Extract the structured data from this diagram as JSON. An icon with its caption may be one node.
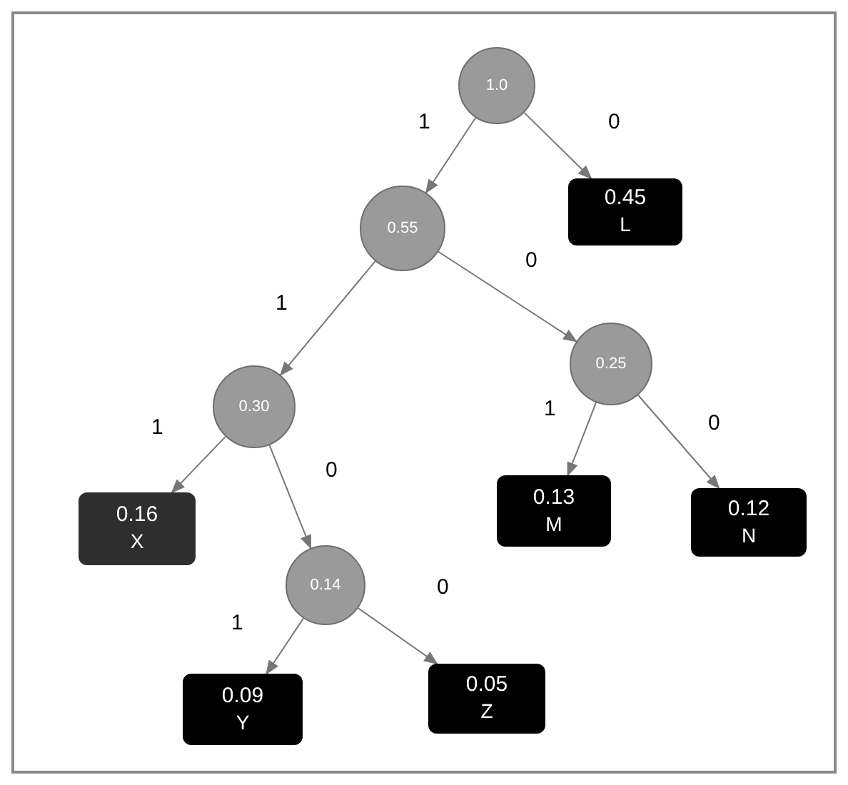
{
  "diagram": {
    "nodes": [
      {
        "text": [
          "1.0"
        ]
      },
      {
        "text": [
          "0.45",
          "L"
        ]
      },
      {
        "text": [
          "0.55"
        ]
      },
      {
        "text": [
          "0.25"
        ]
      },
      {
        "text": [
          "0.30"
        ]
      },
      {
        "text": [
          "0.16",
          "X"
        ]
      },
      {
        "text": [
          "0.13",
          "M"
        ]
      },
      {
        "text": [
          "0.12",
          "N"
        ]
      },
      {
        "text": [
          "0.14"
        ]
      },
      {
        "text": [
          "0.09",
          "Y"
        ]
      },
      {
        "text": [
          "0.05",
          "Z"
        ]
      }
    ],
    "edges": [
      {
        "from": 0,
        "to": 2,
        "arrow": "to",
        "label": "1"
      },
      {
        "from": 0,
        "to": 1,
        "arrow": "to",
        "label": "0"
      },
      {
        "from": 2,
        "to": 4,
        "arrow": "to",
        "label": "1"
      },
      {
        "from": 2,
        "to": 3,
        "arrow": "to",
        "label": "0"
      },
      {
        "from": 4,
        "to": 5,
        "arrow": "to",
        "label": "1"
      },
      {
        "from": 4,
        "to": 8,
        "arrow": "to",
        "label": "0"
      },
      {
        "from": 3,
        "to": 6,
        "arrow": "to",
        "label": "1"
      },
      {
        "from": 3,
        "to": 7,
        "arrow": "to",
        "label": "0"
      },
      {
        "from": 8,
        "to": 9,
        "arrow": "to",
        "label": "1"
      },
      {
        "from": 8,
        "to": 10,
        "arrow": "to",
        "label": "0"
      }
    ]
  }
}
